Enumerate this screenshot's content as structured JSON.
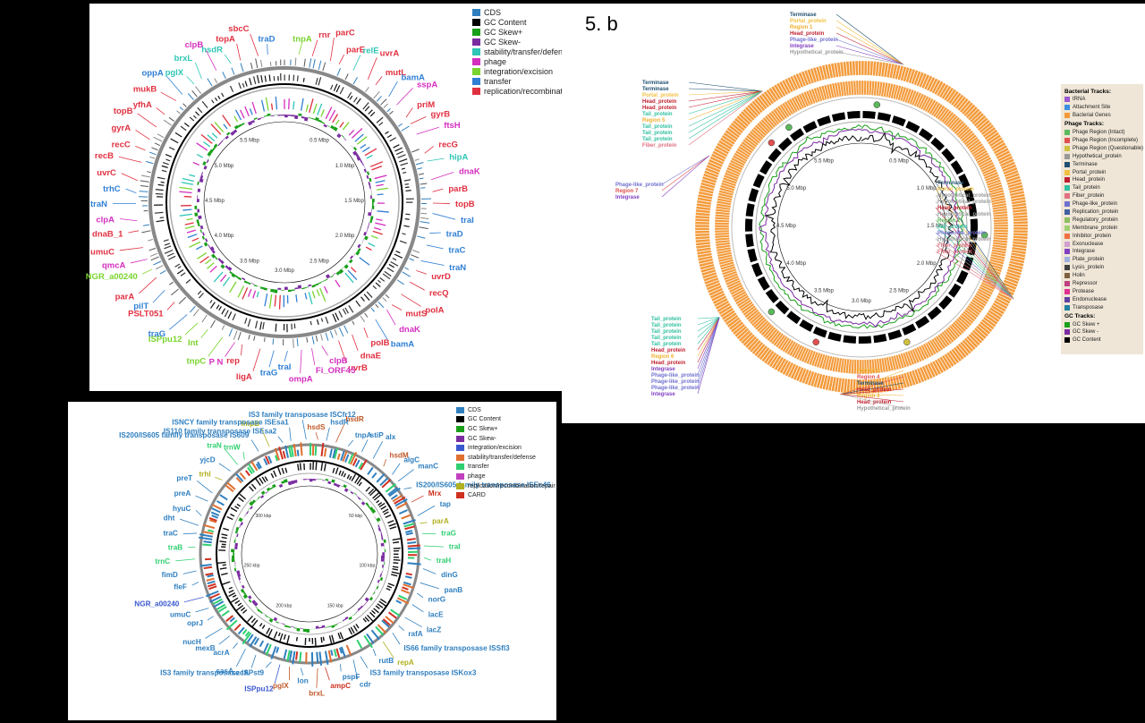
{
  "panel_a": {
    "legend": [
      {
        "label": "CDS",
        "color": "#2f7fbf"
      },
      {
        "label": "GC Content",
        "color": "#000000"
      },
      {
        "label": "GC Skew+",
        "color": "#1a9f1a"
      },
      {
        "label": "GC Skew-",
        "color": "#7a2ca0"
      },
      {
        "label": "stability/transfer/defense",
        "color": "#2fc6b6"
      },
      {
        "label": "phage",
        "color": "#d42fbf"
      },
      {
        "label": "integration/excision",
        "color": "#7ad42f"
      },
      {
        "label": "transfer",
        "color": "#2f7fd4"
      },
      {
        "label": "replication/recombination",
        "color": "#e03040"
      }
    ],
    "scale": [
      "0.5 Mbp",
      "1.0 Mbp",
      "1.5 Mbp",
      "2.0 Mbp",
      "2.5 Mbp",
      "3.0 Mbp",
      "3.5 Mbp",
      "4.0 Mbp",
      "4.5 Mbp",
      "5.0 Mbp",
      "5.5 Mbp"
    ],
    "genes": [
      {
        "t": "tnpA",
        "c": "#7ad42f"
      },
      {
        "t": "rnr",
        "c": "#e03040"
      },
      {
        "t": "parC",
        "c": "#e03040"
      },
      {
        "t": "parE",
        "c": "#e03040"
      },
      {
        "t": "relE",
        "c": "#2fc6b6"
      },
      {
        "t": "uvrA",
        "c": "#e03040"
      },
      {
        "t": "mutL",
        "c": "#e03040"
      },
      {
        "t": "bamA",
        "c": "#2f7fd4"
      },
      {
        "t": "sspA",
        "c": "#d42fbf"
      },
      {
        "t": "priM",
        "c": "#e03040"
      },
      {
        "t": "gyrB",
        "c": "#e03040"
      },
      {
        "t": "ftsH",
        "c": "#d42fbf"
      },
      {
        "t": "recG",
        "c": "#e03040"
      },
      {
        "t": "hipA",
        "c": "#2fc6b6"
      },
      {
        "t": "dnaK",
        "c": "#d42fbf"
      },
      {
        "t": "parB",
        "c": "#e03040"
      },
      {
        "t": "topB",
        "c": "#e03040"
      },
      {
        "t": "traI",
        "c": "#2f7fd4"
      },
      {
        "t": "traD",
        "c": "#2f7fd4"
      },
      {
        "t": "traC",
        "c": "#2f7fd4"
      },
      {
        "t": "traN",
        "c": "#2f7fd4"
      },
      {
        "t": "uvrD",
        "c": "#e03040"
      },
      {
        "t": "recQ",
        "c": "#e03040"
      },
      {
        "t": "polA",
        "c": "#e03040"
      },
      {
        "t": "mutS",
        "c": "#e03040"
      },
      {
        "t": "dnaK",
        "c": "#d42fbf"
      },
      {
        "t": "bamA",
        "c": "#2f7fd4"
      },
      {
        "t": "polB",
        "c": "#e03040"
      },
      {
        "t": "dnaE",
        "c": "#e03040"
      },
      {
        "t": "uvrB",
        "c": "#e03040"
      },
      {
        "t": "clpB",
        "c": "#d42fbf"
      },
      {
        "t": "Fi_ORF45",
        "c": "#d42fbf"
      },
      {
        "t": "ompA",
        "c": "#d42fbf"
      },
      {
        "t": "traI",
        "c": "#2f7fd4"
      },
      {
        "t": "traG",
        "c": "#2f7fd4"
      },
      {
        "t": "ligA",
        "c": "#e03040"
      },
      {
        "t": "rep",
        "c": "#e03040"
      },
      {
        "t": "P N",
        "c": "#d42fbf"
      },
      {
        "t": "tnpC",
        "c": "#7ad42f"
      },
      {
        "t": "Int",
        "c": "#7ad42f"
      },
      {
        "t": "ISPpu12",
        "c": "#7ad42f"
      },
      {
        "t": "traG",
        "c": "#2f7fd4"
      },
      {
        "t": "PSLT051",
        "c": "#e03040"
      },
      {
        "t": "pilT",
        "c": "#2f7fd4"
      },
      {
        "t": "parA",
        "c": "#e03040"
      },
      {
        "t": "NGR_a00240",
        "c": "#7ad42f"
      },
      {
        "t": "qmcA",
        "c": "#d42fbf"
      },
      {
        "t": "umuC",
        "c": "#e03040"
      },
      {
        "t": "dnaB_1",
        "c": "#e03040"
      },
      {
        "t": "clpA",
        "c": "#d42fbf"
      },
      {
        "t": "traN",
        "c": "#2f7fd4"
      },
      {
        "t": "trhC",
        "c": "#2f7fd4"
      },
      {
        "t": "uvrC",
        "c": "#e03040"
      },
      {
        "t": "recB",
        "c": "#e03040"
      },
      {
        "t": "recC",
        "c": "#e03040"
      },
      {
        "t": "gyrA",
        "c": "#e03040"
      },
      {
        "t": "topB",
        "c": "#e03040"
      },
      {
        "t": "yfhA",
        "c": "#e03040"
      },
      {
        "t": "mukB",
        "c": "#e03040"
      },
      {
        "t": "oppA",
        "c": "#2f7fd4"
      },
      {
        "t": "pglX",
        "c": "#2fc6b6"
      },
      {
        "t": "brxL",
        "c": "#2fc6b6"
      },
      {
        "t": "clpB",
        "c": "#d42fbf"
      },
      {
        "t": "hsdR",
        "c": "#2fc6b6"
      },
      {
        "t": "topA",
        "c": "#e03040"
      },
      {
        "t": "sbcC",
        "c": "#e03040"
      },
      {
        "t": "traD",
        "c": "#2f7fd4"
      }
    ]
  },
  "panel_b": {
    "title": "5. b",
    "scale": [
      "0.5 Mbp",
      "1.0 Mbp",
      "1.5 Mbp",
      "2.0 Mbp",
      "2.5 Mbp",
      "3.0 Mbp",
      "3.5 Mbp",
      "4.0 Mbp",
      "4.5 Mbp",
      "5.0 Mbp",
      "5.5 Mbp"
    ],
    "legend_bacterial_header": "Bacterial Tracks:",
    "legend_bacterial": [
      {
        "label": "tRNA",
        "color": "#9b59d0"
      },
      {
        "label": "Attachment Site",
        "color": "#3c8fe0"
      },
      {
        "label": "Bacterial Genes",
        "color": "#f39a3a"
      }
    ],
    "legend_phage_header": "Phage Tracks:",
    "legend_phage": [
      {
        "label": "Phage Region (Intact)",
        "color": "#5cb85c"
      },
      {
        "label": "Phage Region (Incomplete)",
        "color": "#e05050"
      },
      {
        "label": "Phage Region (Questionable)",
        "color": "#d0c040"
      },
      {
        "label": "Hypothetical_protein",
        "color": "#999999"
      },
      {
        "label": "Terminase",
        "color": "#1f4f6f"
      },
      {
        "label": "Portal_protein",
        "color": "#f0c040"
      },
      {
        "label": "Head_protein",
        "color": "#c02030"
      },
      {
        "label": "Tail_protein",
        "color": "#30c0a0"
      },
      {
        "label": "Fiber_protein",
        "color": "#e07080"
      },
      {
        "label": "Phage-like_protein",
        "color": "#7070d0"
      },
      {
        "label": "Replication_protein",
        "color": "#4060a0"
      },
      {
        "label": "Regulatory_protein",
        "color": "#8fbf60"
      },
      {
        "label": "Membrane_protein",
        "color": "#a0d070"
      },
      {
        "label": "Inhibitor_protein",
        "color": "#f07040"
      },
      {
        "label": "Exonuclease",
        "color": "#d0a0d0"
      },
      {
        "label": "Integrase",
        "color": "#8040c0"
      },
      {
        "label": "Plate_protein",
        "color": "#a0b0e0"
      },
      {
        "label": "Lysis_protein",
        "color": "#404040"
      },
      {
        "label": "Holin",
        "color": "#806040"
      },
      {
        "label": "Repressor",
        "color": "#c04080"
      },
      {
        "label": "Protease",
        "color": "#e03090"
      },
      {
        "label": "Endonuclease",
        "color": "#6040a0"
      },
      {
        "label": "Transposase",
        "color": "#2080a0"
      }
    ],
    "legend_gc_header": "GC Tracks:",
    "legend_gc": [
      {
        "label": "GC Skew +",
        "color": "#1a9f1a"
      },
      {
        "label": "GC Skew -",
        "color": "#7a2ca0"
      },
      {
        "label": "GC Content",
        "color": "#000000"
      }
    ],
    "annotations": [
      {
        "t": "Terminase",
        "c": "#1f4f6f"
      },
      {
        "t": "Portal_protein",
        "c": "#f0c040"
      },
      {
        "t": "Region 1",
        "c": "#f0b030"
      },
      {
        "t": "Head_protein",
        "c": "#c02030"
      },
      {
        "t": "Phage-like_protein",
        "c": "#7070d0"
      },
      {
        "t": "Integrase",
        "c": "#8040c0"
      },
      {
        "t": "Hypothetical_protein",
        "c": "#999999"
      },
      {
        "t": "Terminase",
        "c": "#1f4f6f"
      },
      {
        "t": "Terminase",
        "c": "#1f4f6f"
      },
      {
        "t": "Portal_protein",
        "c": "#f0c040"
      },
      {
        "t": "Head_protein",
        "c": "#c02030"
      },
      {
        "t": "Head_protein",
        "c": "#c02030"
      },
      {
        "t": "Tail_protein",
        "c": "#30c0a0"
      },
      {
        "t": "Region 5",
        "c": "#f0b030"
      },
      {
        "t": "Tail_protein",
        "c": "#30c0a0"
      },
      {
        "t": "Tail_protein",
        "c": "#30c0a0"
      },
      {
        "t": "Tail_protein",
        "c": "#30c0a0"
      },
      {
        "t": "Fiber_protein",
        "c": "#e07080"
      },
      {
        "t": "Phage-like_protein",
        "c": "#7070d0"
      },
      {
        "t": "Region 7",
        "c": "#e05050"
      },
      {
        "t": "Integrase",
        "c": "#8040c0"
      },
      {
        "t": "Terminase",
        "c": "#1f4f6f"
      },
      {
        "t": "Portal_protein",
        "c": "#f0c040"
      },
      {
        "t": "Hypothetical_protein",
        "c": "#999999"
      },
      {
        "t": "Hypothetical_protein",
        "c": "#999999"
      },
      {
        "t": "Head_protein",
        "c": "#c02030"
      },
      {
        "t": "Hypothetical_protein",
        "c": "#999999"
      },
      {
        "t": "Region 2",
        "c": "#5cb85c"
      },
      {
        "t": "Tail_protein",
        "c": "#30c0a0"
      },
      {
        "t": "Phage-like_protein",
        "c": "#7070d0"
      },
      {
        "t": "Hypothetical_protein",
        "c": "#999999"
      },
      {
        "t": "Fiber_protein",
        "c": "#e07080"
      },
      {
        "t": "Fiber_protein",
        "c": "#e07080"
      },
      {
        "t": "Tail_protein",
        "c": "#30c0a0"
      },
      {
        "t": "Tail_protein",
        "c": "#30c0a0"
      },
      {
        "t": "Tail_protein",
        "c": "#30c0a0"
      },
      {
        "t": "Tail_protein",
        "c": "#30c0a0"
      },
      {
        "t": "Tail_protein",
        "c": "#30c0a0"
      },
      {
        "t": "Head_protein",
        "c": "#c02030"
      },
      {
        "t": "Region 6",
        "c": "#f0b030"
      },
      {
        "t": "Head_protein",
        "c": "#c02030"
      },
      {
        "t": "Integrase",
        "c": "#8040c0"
      },
      {
        "t": "Phage-like_protein",
        "c": "#7070d0"
      },
      {
        "t": "Phage-like_protein",
        "c": "#7070d0"
      },
      {
        "t": "Phage-like_protein",
        "c": "#7070d0"
      },
      {
        "t": "Integrase",
        "c": "#8040c0"
      },
      {
        "t": "Region 3",
        "c": "#f0b030"
      },
      {
        "t": "Region 4",
        "c": "#e05050"
      },
      {
        "t": "Terminase",
        "c": "#1f4f6f"
      },
      {
        "t": "Head_protein",
        "c": "#c02030"
      },
      {
        "t": "Region 3",
        "c": "#f0b030"
      },
      {
        "t": "Head_protein",
        "c": "#c02030"
      },
      {
        "t": "Hypothetical_protein",
        "c": "#999999"
      }
    ]
  },
  "panel_c": {
    "legend": [
      {
        "label": "CDS",
        "color": "#2f7fbf"
      },
      {
        "label": "GC Content",
        "color": "#000000"
      },
      {
        "label": "GC Skew+",
        "color": "#1a9f1a"
      },
      {
        "label": "GC Skew-",
        "color": "#7a2ca0"
      },
      {
        "label": "integration/excision",
        "color": "#3a58d0"
      },
      {
        "label": "stability/transfer/defense",
        "color": "#e07030"
      },
      {
        "label": "transfer",
        "color": "#2fd070"
      },
      {
        "label": "phage",
        "color": "#c040c0"
      },
      {
        "label": "replication/recombination/repair",
        "color": "#b0b020"
      },
      {
        "label": "CARD",
        "color": "#d03020"
      }
    ],
    "scale": [
      "50 kbp",
      "100 kbp",
      "150 kbp",
      "200 kbp",
      "250 kbp",
      "300 kbp"
    ],
    "genes": [
      {
        "t": "hsdS",
        "c": "#c05a2a"
      },
      {
        "t": "hsdR",
        "c": "#2f7fbf"
      },
      {
        "t": "hsdR",
        "c": "#c05a2a"
      },
      {
        "t": "tnpA",
        "c": "#2f7fbf"
      },
      {
        "t": "stiP",
        "c": "#2f7fbf"
      },
      {
        "t": "alx",
        "c": "#2f7fbf"
      },
      {
        "t": "hsdM",
        "c": "#c05a2a"
      },
      {
        "t": "algC",
        "c": "#2f7fbf"
      },
      {
        "t": "manC",
        "c": "#2f7fbf"
      },
      {
        "t": "IS200/IS605 family transposase ISEc46",
        "c": "#2f7fbf"
      },
      {
        "t": "Mrx",
        "c": "#d03020"
      },
      {
        "t": "tap",
        "c": "#2f7fbf"
      },
      {
        "t": "parA",
        "c": "#b0b020"
      },
      {
        "t": "traG",
        "c": "#2fd070"
      },
      {
        "t": "traI",
        "c": "#2fd070"
      },
      {
        "t": "traH",
        "c": "#2fd070"
      },
      {
        "t": "dinG",
        "c": "#2f7fbf"
      },
      {
        "t": "panB",
        "c": "#2f7fbf"
      },
      {
        "t": "norG",
        "c": "#2f7fbf"
      },
      {
        "t": "lacE",
        "c": "#2f7fbf"
      },
      {
        "t": "lacZ",
        "c": "#2f7fbf"
      },
      {
        "t": "rafA",
        "c": "#2f7fbf"
      },
      {
        "t": "IS66 family transposase ISSfl3",
        "c": "#2f7fbf"
      },
      {
        "t": "repA",
        "c": "#b0b020"
      },
      {
        "t": "rutB",
        "c": "#2f7fbf"
      },
      {
        "t": "IS3 family transposase ISKox3",
        "c": "#2f7fbf"
      },
      {
        "t": "cdr",
        "c": "#2f7fbf"
      },
      {
        "t": "pspF",
        "c": "#2f7fbf"
      },
      {
        "t": "ampC",
        "c": "#d03020"
      },
      {
        "t": "brxL",
        "c": "#c05a2a"
      },
      {
        "t": "lon",
        "c": "#2f7fbf"
      },
      {
        "t": "pglX",
        "c": "#c05a2a"
      },
      {
        "t": "ISPpu12",
        "c": "#3a58d0"
      },
      {
        "t": "IS3 family transposase ISPst9",
        "c": "#2f7fbf"
      },
      {
        "t": "czcA",
        "c": "#2f7fbf"
      },
      {
        "t": "sasA",
        "c": "#2f7fbf"
      },
      {
        "t": "acrA",
        "c": "#2f7fbf"
      },
      {
        "t": "mexB",
        "c": "#2f7fbf"
      },
      {
        "t": "nucH",
        "c": "#2f7fbf"
      },
      {
        "t": "oprJ",
        "c": "#2f7fbf"
      },
      {
        "t": "umuC",
        "c": "#2f7fbf"
      },
      {
        "t": "NGR_a00240",
        "c": "#3a58d0"
      },
      {
        "t": "fleF",
        "c": "#2f7fbf"
      },
      {
        "t": "fimD",
        "c": "#2f7fbf"
      },
      {
        "t": "trnC",
        "c": "#2fd070"
      },
      {
        "t": "traB",
        "c": "#2fd070"
      },
      {
        "t": "traC",
        "c": "#2f7fbf"
      },
      {
        "t": "dht",
        "c": "#2f7fbf"
      },
      {
        "t": "hyuC",
        "c": "#2f7fbf"
      },
      {
        "t": "preA",
        "c": "#2f7fbf"
      },
      {
        "t": "preT",
        "c": "#2f7fbf"
      },
      {
        "t": "trhI",
        "c": "#b0b020"
      },
      {
        "t": "yjcD",
        "c": "#2f7fbf"
      },
      {
        "t": "traN",
        "c": "#2fd070"
      },
      {
        "t": "trnW",
        "c": "#2fd070"
      },
      {
        "t": "IS200/IS605 family transposase IS609",
        "c": "#2f7fbf"
      },
      {
        "t": "impB",
        "c": "#b0b020"
      },
      {
        "t": "IS110 family transposase ISEsa2",
        "c": "#2f7fbf"
      },
      {
        "t": "ISNCY family transposase ISEsa1",
        "c": "#2f7fbf"
      },
      {
        "t": "IS3 family transposase ISCfr12",
        "c": "#2f7fbf"
      }
    ]
  }
}
